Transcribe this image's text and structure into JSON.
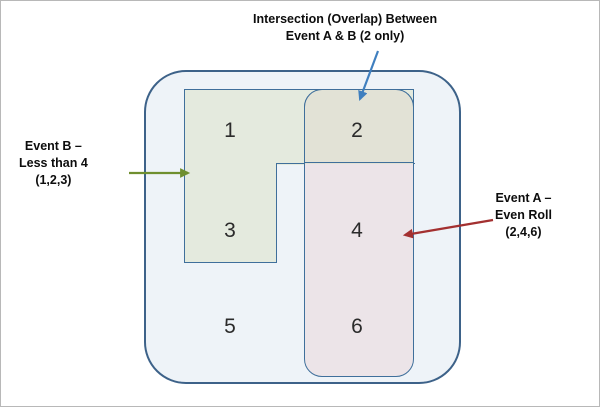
{
  "diagram": {
    "type": "venn-style-set-diagram",
    "sample_space": {
      "name": "sample-space",
      "outcomes": [
        1,
        2,
        3,
        4,
        5,
        6
      ]
    },
    "outcomes": [
      {
        "value": "1",
        "region": "B only"
      },
      {
        "value": "2",
        "region": "A and B (intersection)"
      },
      {
        "value": "3",
        "region": "B only"
      },
      {
        "value": "4",
        "region": "A only"
      },
      {
        "value": "5",
        "region": "neither A nor B"
      },
      {
        "value": "6",
        "region": "A only"
      }
    ],
    "callouts": {
      "intersection": {
        "line1": "Intersection (Overlap) Between",
        "line2": "Event A & B (2 only)",
        "arrow_color": "#3f7fbf"
      },
      "event_b": {
        "line1": "Event B –",
        "line2": "Less than 4",
        "line3": "(1,2,3)",
        "arrow_color": "#6f8f2f"
      },
      "event_a": {
        "line1": "Event A –",
        "line2": "Even Roll",
        "line3": "(2,4,6)",
        "arrow_color": "#a33030"
      }
    },
    "colors": {
      "sample_space_fill": "#eef3f8",
      "sample_space_border": "#3d6289",
      "event_b_fill": "#e4eade",
      "event_a_fill": "#ece4e8",
      "intersection_fill": "#e2e2d6",
      "region_border": "#3f6f9b",
      "frame_border": "#b8b8b8"
    }
  }
}
